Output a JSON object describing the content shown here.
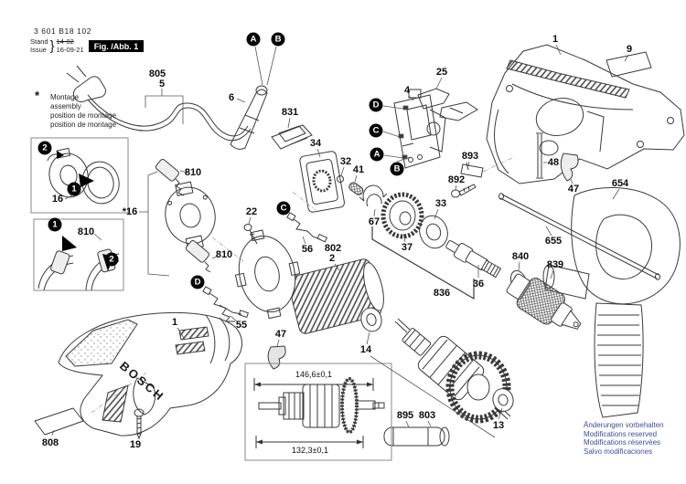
{
  "header": {
    "part_number": "3 601 B18 102",
    "stand_label": "Stand",
    "issue_label": "Issue",
    "brace": "}",
    "date_old": "14-02",
    "date_new": "16-09-21",
    "fig_box": "Fig. /Abb. 1"
  },
  "mounting_note": {
    "marker": "*",
    "line1": "Montage",
    "line2": "assembly",
    "line3": "position de montage",
    "line4": "position de montage"
  },
  "footer_note": {
    "line1": "Änderungen vorbehalten",
    "line2": "Modifications reserved",
    "line3": "Modifications réservées",
    "line4": "Salvo modificaciones"
  },
  "brand": {
    "name": "BOSCH"
  },
  "dimensions": {
    "upper": "146,6±0,1",
    "lower": "132,3±0,1"
  },
  "markers": {
    "a": "A",
    "b": "B",
    "c": "C",
    "d": "D",
    "step1": "1",
    "step2": "2"
  },
  "labels": {
    "l805": "805",
    "l5": "5",
    "l6": "6",
    "l831": "831",
    "l34": "34",
    "l32": "32",
    "l41": "41",
    "l4": "4",
    "l25": "25",
    "l1a": "1",
    "l9": "9",
    "l893": "893",
    "l892": "892",
    "l48": "48",
    "l47a": "47",
    "l654": "654",
    "l655": "655",
    "l840": "840",
    "l839": "839",
    "l67": "67",
    "l37": "37",
    "l33": "33",
    "l36": "36",
    "l836": "836",
    "l810a": "810",
    "l810b": "810",
    "l22": "22",
    "l56": "56",
    "l802": "802",
    "l2": "2",
    "l16box": "16",
    "l16star": "*16",
    "l810box": "810",
    "l55": "55",
    "l47b": "47",
    "l14": "14",
    "l1b": "1",
    "l19": "19",
    "l808": "808",
    "l895": "895",
    "l803": "803",
    "l13": "13"
  },
  "colors": {
    "footer_text": "#3b4e9e",
    "line_art": "#3a3a3a",
    "fig_box_bg": "#000000",
    "fig_box_text": "#ffffff"
  }
}
